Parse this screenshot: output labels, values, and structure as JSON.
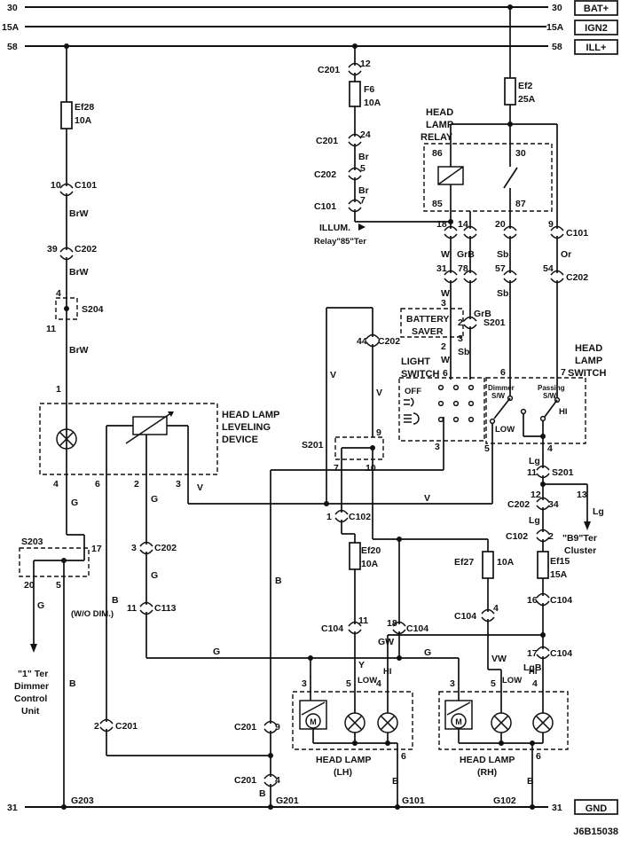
{
  "figure_id": "J6B15038",
  "drawing": {
    "subject": "head lamp circuit wiring diagram",
    "power_terminal_boxes": [
      "BAT+",
      "IGN2",
      "ILL+",
      "GND"
    ],
    "rail_terminals": [
      "30",
      "15A",
      "58",
      "31"
    ],
    "component_titles": [
      "HEAD LAMP RELAY",
      "HEAD LAMP LEVELING DEVICE",
      "BATTERY SAVER",
      "LIGHT SWITCH",
      "HEAD LAMP SWITCH",
      "HEAD LAMP (LH)",
      "HEAD LAMP (RH)"
    ],
    "grounds": [
      "G203",
      "G201",
      "G101",
      "G102"
    ],
    "ink_color": "#111111",
    "paper_color": "#ffffff"
  },
  "labels": [
    [
      "30",
      8,
      12
    ],
    [
      "30",
      622,
      12
    ],
    [
      "BAT+",
      672,
      13,
      11,
      "middle"
    ],
    [
      "15A",
      2,
      34
    ],
    [
      "15A",
      616,
      34
    ],
    [
      "IGN2",
      672,
      35,
      11,
      "middle"
    ],
    [
      "58",
      8,
      56
    ],
    [
      "58",
      622,
      56
    ],
    [
      "ILL+",
      672,
      57,
      11,
      "middle"
    ],
    [
      "31",
      8,
      914
    ],
    [
      "31",
      622,
      914
    ],
    [
      "GND",
      672,
      915,
      11,
      "middle"
    ],
    [
      "J6B15038",
      697,
      941,
      11,
      "end"
    ],
    [
      "G203",
      80,
      906
    ],
    [
      "G201",
      311,
      906
    ],
    [
      "G101",
      453,
      906
    ],
    [
      "G102",
      556,
      906
    ],
    [
      "Ef28",
      84,
      124
    ],
    [
      "10A",
      84,
      139
    ],
    [
      "10",
      57,
      212
    ],
    [
      "C101",
      84,
      212
    ],
    [
      "BrW",
      78,
      244
    ],
    [
      "39",
      53,
      284
    ],
    [
      "C202",
      84,
      284
    ],
    [
      "BrW",
      78,
      310
    ],
    [
      "4",
      63,
      334
    ],
    [
      "S204",
      92,
      352
    ],
    [
      "11",
      52,
      374
    ],
    [
      "BrW",
      78,
      398
    ],
    [
      "1",
      63,
      442
    ],
    [
      "HEAD LAMP",
      250,
      471,
      11
    ],
    [
      "LEVELING",
      250,
      485,
      11
    ],
    [
      "DEVICE",
      250,
      499,
      11
    ],
    [
      "4",
      60,
      549
    ],
    [
      "6",
      107,
      549
    ],
    [
      "2",
      151,
      549
    ],
    [
      "3",
      198,
      549
    ],
    [
      "V",
      222,
      553
    ],
    [
      "G",
      80,
      570
    ],
    [
      "G",
      170,
      566
    ],
    [
      "3",
      148,
      621
    ],
    [
      "C202",
      174,
      621
    ],
    [
      "G",
      170,
      652
    ],
    [
      "11",
      143,
      689
    ],
    [
      "C113",
      174,
      689
    ],
    [
      "S203",
      24,
      614
    ],
    [
      "17",
      103,
      622
    ],
    [
      "20",
      27,
      663
    ],
    [
      "5",
      63,
      663
    ],
    [
      "G",
      42,
      686
    ],
    [
      "(W/O DIM.)",
      80,
      695,
      9.5
    ],
    [
      "\"1\" Ter",
      20,
      763
    ],
    [
      "Dimmer",
      16,
      777
    ],
    [
      "Control",
      16,
      791
    ],
    [
      "Unit",
      24,
      805
    ],
    [
      "B",
      78,
      774
    ],
    [
      "B",
      126,
      680
    ],
    [
      "2",
      106,
      822
    ],
    [
      "C201",
      130,
      822
    ],
    [
      "C201",
      264,
      823
    ],
    [
      "9",
      310,
      823
    ],
    [
      "B",
      310,
      658
    ],
    [
      "C201",
      264,
      883
    ],
    [
      "4",
      310,
      883
    ],
    [
      "B",
      292,
      898
    ],
    [
      "G",
      240,
      738
    ],
    [
      "G",
      478,
      739
    ],
    [
      "C201",
      358,
      82
    ],
    [
      "12",
      406,
      75
    ],
    [
      "F6",
      410,
      104
    ],
    [
      "10A",
      410,
      119
    ],
    [
      "24",
      406,
      155
    ],
    [
      "C201",
      356,
      162
    ],
    [
      "Br",
      404,
      180
    ],
    [
      "C202",
      354,
      200
    ],
    [
      "5",
      406,
      193
    ],
    [
      "Br",
      404,
      218
    ],
    [
      "C101",
      354,
      236
    ],
    [
      "7",
      406,
      229
    ],
    [
      "ILLUM.",
      360,
      260
    ],
    [
      "Relay\"85\"Ter",
      354,
      275,
      9.5
    ],
    [
      "HEAD",
      480,
      130,
      11
    ],
    [
      "LAMP",
      480,
      144,
      11
    ],
    [
      "RELAY",
      474,
      158,
      11
    ],
    [
      "86",
      487,
      176
    ],
    [
      "30",
      581,
      176
    ],
    [
      "85",
      487,
      233
    ],
    [
      "87",
      581,
      233
    ],
    [
      "Ef2",
      584,
      100
    ],
    [
      "25A",
      584,
      115
    ],
    [
      "18",
      492,
      256
    ],
    [
      "14",
      516,
      256
    ],
    [
      "20",
      558,
      256
    ],
    [
      "9",
      618,
      256
    ],
    [
      "C101",
      638,
      266
    ],
    [
      "W",
      497,
      290
    ],
    [
      "GrB",
      515,
      290
    ],
    [
      "Sb",
      560,
      290
    ],
    [
      "Or",
      632,
      290
    ],
    [
      "31",
      492,
      306
    ],
    [
      "78",
      516,
      306
    ],
    [
      "57",
      558,
      306
    ],
    [
      "54",
      612,
      306
    ],
    [
      "C202",
      638,
      316
    ],
    [
      "W",
      497,
      334
    ],
    [
      "Sb",
      560,
      334
    ],
    [
      "3",
      497,
      345
    ],
    [
      "BATTERY",
      458,
      363
    ],
    [
      "SAVER",
      464,
      377
    ],
    [
      "2",
      497,
      394
    ],
    [
      "W",
      497,
      409
    ],
    [
      "6",
      499,
      424
    ],
    [
      "GrB",
      534,
      357
    ],
    [
      "2",
      516,
      367
    ],
    [
      "S201",
      545,
      367
    ],
    [
      "3",
      516,
      385
    ],
    [
      "Sb",
      516,
      400
    ],
    [
      "LIGHT",
      452,
      411,
      11
    ],
    [
      "SWITCH",
      452,
      425,
      11
    ],
    [
      "OFF",
      456,
      444,
      9.5
    ],
    [
      "3",
      490,
      507
    ],
    [
      "HEAD",
      648,
      396,
      11
    ],
    [
      "LAMP",
      648,
      410,
      11
    ],
    [
      "SWITCH",
      640,
      424,
      11
    ],
    [
      "6",
      564,
      423
    ],
    [
      "7",
      632,
      423
    ],
    [
      "Dimmer",
      550,
      440,
      8
    ],
    [
      "S/W",
      554,
      449,
      8
    ],
    [
      "Passing",
      606,
      440,
      8
    ],
    [
      "S/W",
      612,
      449,
      8
    ],
    [
      "LOW",
      558,
      487,
      9.5
    ],
    [
      "HI",
      630,
      467,
      9.5
    ],
    [
      "5",
      546,
      509
    ],
    [
      "4",
      617,
      509
    ],
    [
      "Lg",
      596,
      523
    ],
    [
      "11",
      594,
      536
    ],
    [
      "S201",
      622,
      536
    ],
    [
      "12",
      598,
      561
    ],
    [
      "13",
      650,
      561
    ],
    [
      "Lg",
      668,
      580
    ],
    [
      "\"B9\"Ter",
      634,
      610
    ],
    [
      "Cluster",
      636,
      624
    ],
    [
      "C202",
      572,
      572
    ],
    [
      "34",
      618,
      572
    ],
    [
      "Lg",
      596,
      590
    ],
    [
      "C102",
      570,
      608
    ],
    [
      "2",
      618,
      608
    ],
    [
      "Ef15",
      620,
      636
    ],
    [
      "15A",
      620,
      651
    ],
    [
      "16",
      594,
      680
    ],
    [
      "C104",
      620,
      680
    ],
    [
      "17",
      594,
      740
    ],
    [
      "C104",
      620,
      740
    ],
    [
      "LgB",
      590,
      756
    ],
    [
      "4",
      600,
      774
    ],
    [
      "44",
      402,
      388
    ],
    [
      "C202",
      426,
      388
    ],
    [
      "V",
      372,
      426
    ],
    [
      "V",
      424,
      446
    ],
    [
      "S201",
      340,
      505
    ],
    [
      "9",
      424,
      491
    ],
    [
      "7",
      376,
      531
    ],
    [
      "10",
      412,
      531
    ],
    [
      "1",
      368,
      586
    ],
    [
      "C102",
      393,
      586
    ],
    [
      "Ef20",
      407,
      624
    ],
    [
      "10A",
      407,
      639
    ],
    [
      "C104",
      362,
      712
    ],
    [
      "11",
      404,
      703
    ],
    [
      "Y",
      404,
      753
    ],
    [
      "V",
      478,
      565
    ],
    [
      "Ef27",
      512,
      637
    ],
    [
      "10A",
      560,
      637
    ],
    [
      "C104",
      512,
      698
    ],
    [
      "4",
      556,
      689
    ],
    [
      "VW",
      554,
      746
    ],
    [
      "18",
      436,
      706
    ],
    [
      "C104",
      458,
      712
    ],
    [
      "GW",
      426,
      727
    ],
    [
      "3",
      340,
      774
    ],
    [
      "5",
      390,
      774
    ],
    [
      "LOW",
      403,
      770,
      9.5
    ],
    [
      "HI",
      432,
      760,
      9.5
    ],
    [
      "4",
      424,
      774
    ],
    [
      "M",
      353,
      817,
      9,
      "middle"
    ],
    [
      "M",
      517,
      817,
      9,
      "middle"
    ],
    [
      "HEAD LAMP",
      356,
      860
    ],
    [
      "(LH)",
      376,
      874
    ],
    [
      "6",
      452,
      856
    ],
    [
      "B",
      442,
      884
    ],
    [
      "3",
      507,
      774
    ],
    [
      "5",
      553,
      774
    ],
    [
      "LOW",
      566,
      770,
      9.5
    ],
    [
      "HI",
      596,
      760,
      9.5
    ],
    [
      "HEAD LAMP",
      518,
      860
    ],
    [
      "(RH)",
      538,
      874
    ],
    [
      "6",
      604,
      856
    ],
    [
      "B",
      594,
      884
    ]
  ]
}
